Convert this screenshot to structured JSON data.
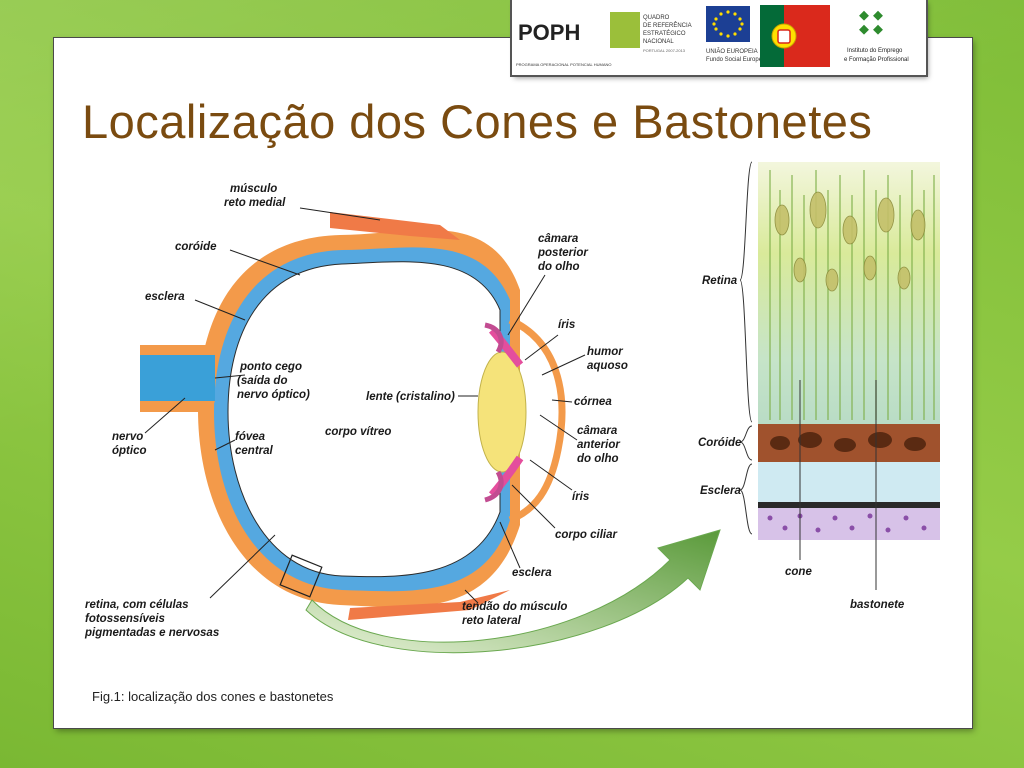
{
  "slide": {
    "title": "Localização dos Cones e Bastonetes",
    "caption": "Fig.1: localização dos cones e bastonetes"
  },
  "logos": {
    "poph": "POPH",
    "poph_sub": "PROGRAMA OPERACIONAL POTENCIAL HUMANO",
    "qren_line1": "QUADRO",
    "qren_line2": "DE REFERÊNCIA",
    "qren_line3": "ESTRATÉGICO",
    "qren_line4": "NACIONAL",
    "qren_sub": "PORTUGAL 2007-2013",
    "eu_line1": "UNIÃO EUROPEIA",
    "eu_line2": "Fundo Social Europeu",
    "iefp_line1": "Instituto do Emprego",
    "iefp_line2": "e Formação Profissional"
  },
  "eye_labels": {
    "musculo1": "músculo",
    "musculo2": "reto medial",
    "coroide": "coróide",
    "esclera_left": "esclera",
    "ponto1": "ponto cego",
    "ponto2": "(saída do",
    "ponto3": "nervo óptico)",
    "nervo1": "nervo",
    "nervo2": "óptico",
    "fovea1": "fóvea",
    "fovea2": "central",
    "corpo_vitreo": "corpo vítreo",
    "lente": "lente (cristalino)",
    "camara_post1": "câmara",
    "camara_post2": "posterior",
    "camara_post3": "do olho",
    "iris_top": "íris",
    "humor1": "humor",
    "humor2": "aquoso",
    "cornea": "córnea",
    "camara_ant1": "câmara",
    "camara_ant2": "anterior",
    "camara_ant3": "do olho",
    "iris_bottom": "íris",
    "corpo_ciliar": "corpo ciliar",
    "esclera_bottom": "esclera",
    "retina1": "retina, com células",
    "retina2": "fotossensíveis",
    "retina3": "pigmentadas e nervosas",
    "tendao1": "tendão do músculo",
    "tendao2": "reto lateral"
  },
  "retina_labels": {
    "retina": "Retina",
    "coroide": "Coróide",
    "esclera": "Esclera",
    "cone": "cone",
    "bastonete": "bastonete"
  }
}
